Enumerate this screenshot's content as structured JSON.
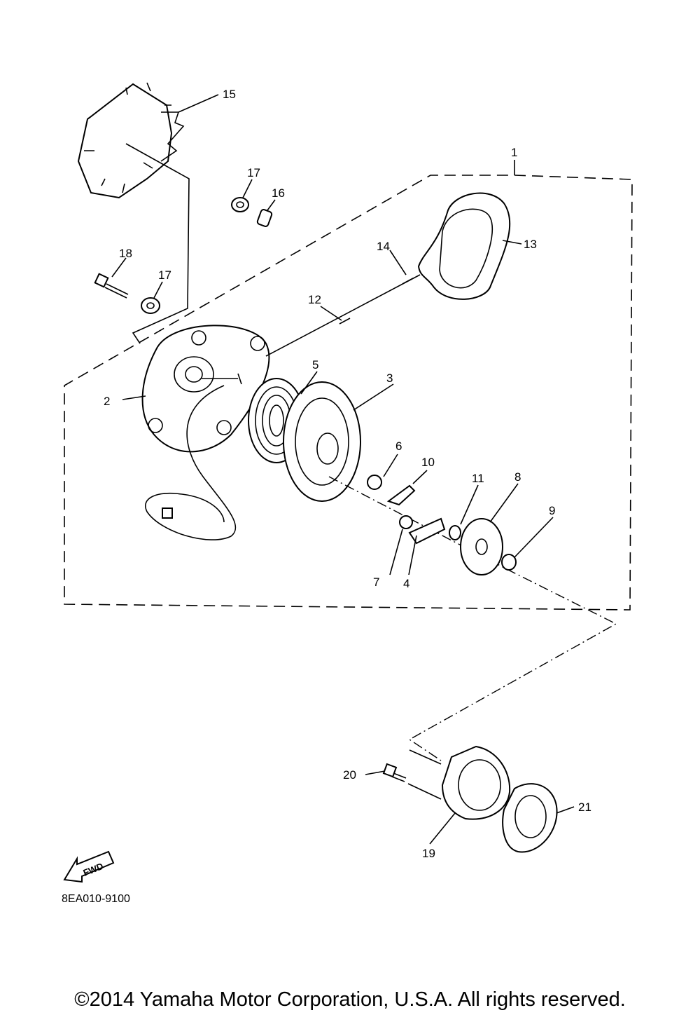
{
  "diagram": {
    "labels": [
      "1",
      "2",
      "3",
      "4",
      "5",
      "6",
      "7",
      "8",
      "9",
      "10",
      "11",
      "12",
      "13",
      "14",
      "15",
      "16",
      "17",
      "17",
      "18",
      "19",
      "20",
      "21"
    ],
    "fwd_label": "FWD",
    "code": "8EA010-9100"
  },
  "footer": {
    "copyright": "©2014 Yamaha Motor Corporation, U.S.A. All rights reserved."
  }
}
